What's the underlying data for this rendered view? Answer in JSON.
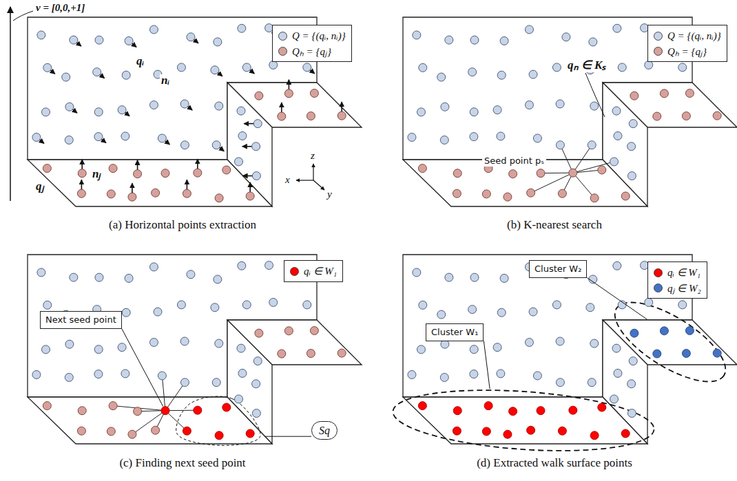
{
  "diagram": {
    "nodes": [
      {
        "text": [
          "Next seed point"
        ]
      },
      {
        "text": [
          "Sq"
        ]
      },
      {
        "text": [
          "Cluster W₁"
        ]
      },
      {
        "text": [
          "Cluster W₂"
        ]
      }
    ],
    "labels": [
      "v = [0,0,+1]",
      "qᵢ",
      "nᵢ",
      "qⱼ",
      "nⱼ",
      "z",
      "x",
      "y",
      "qₙ ∈ Kₛ",
      "Seed point pₛ",
      "(a) Horizontal points extraction",
      "(b) K-nearest search",
      "(c) Finding next seed point",
      "(d) Extracted walk surface points"
    ],
    "legend": [
      {
        "text": "Q = {(qᵢ, nᵢ)}",
        "color": "#c8d4e8"
      },
      {
        "text": "Qₕ = {qⱼ}",
        "color": "#d6a19b"
      },
      {
        "text": "Q = {(qᵢ, nᵢ)}",
        "color": "#c8d4e8"
      },
      {
        "text": "Qₕ = {qⱼ}",
        "color": "#d6a19b"
      },
      {
        "text": "qᵢ ∈ W₁",
        "color": "#ff0000"
      },
      {
        "text": "qᵢ ∈ W₁",
        "color": "#ff0000"
      },
      {
        "text": "qⱼ ∈ W₂",
        "color": "#4472c4"
      }
    ]
  }
}
